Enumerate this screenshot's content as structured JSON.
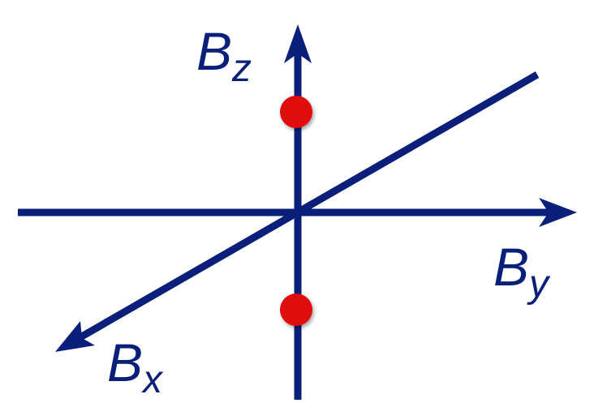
{
  "colors": {
    "axis": "#0a1f7a",
    "point": "#e0070f"
  },
  "labels": {
    "bz": {
      "base": "B",
      "sub": "z"
    },
    "by": {
      "base": "B",
      "sub": "y"
    },
    "bx": {
      "base": "B",
      "sub": "x"
    }
  },
  "points": [
    {
      "name": "point-upper-on-bz-axis"
    },
    {
      "name": "point-lower-on-bz-axis"
    }
  ]
}
